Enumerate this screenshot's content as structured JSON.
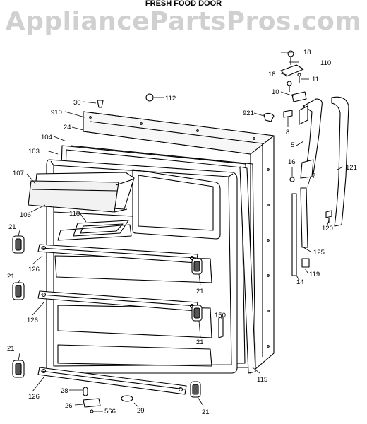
{
  "header": {
    "title": "FRESH FOOD DOOR",
    "watermark": "AppliancePartsPros.com"
  },
  "callouts": [
    {
      "id": "c18a",
      "label": "18"
    },
    {
      "id": "c110",
      "label": "110"
    },
    {
      "id": "c18b",
      "label": "18"
    },
    {
      "id": "c11",
      "label": "11"
    },
    {
      "id": "c10",
      "label": "10"
    },
    {
      "id": "c112",
      "label": "112"
    },
    {
      "id": "c30",
      "label": "30"
    },
    {
      "id": "c921",
      "label": "921"
    },
    {
      "id": "c910",
      "label": "910"
    },
    {
      "id": "c8",
      "label": "8"
    },
    {
      "id": "c24",
      "label": "24"
    },
    {
      "id": "c104",
      "label": "104"
    },
    {
      "id": "c5",
      "label": "5"
    },
    {
      "id": "c103",
      "label": "103"
    },
    {
      "id": "c16",
      "label": "16"
    },
    {
      "id": "c121",
      "label": "121"
    },
    {
      "id": "c107",
      "label": "107"
    },
    {
      "id": "c7",
      "label": "7"
    },
    {
      "id": "c106",
      "label": "106"
    },
    {
      "id": "c118",
      "label": "118"
    },
    {
      "id": "c120",
      "label": "120"
    },
    {
      "id": "c21a",
      "label": "21"
    },
    {
      "id": "c125",
      "label": "125"
    },
    {
      "id": "c21b",
      "label": "21"
    },
    {
      "id": "c126a",
      "label": "126"
    },
    {
      "id": "c119",
      "label": "119"
    },
    {
      "id": "c14",
      "label": "14"
    },
    {
      "id": "c21c",
      "label": "21"
    },
    {
      "id": "c126b",
      "label": "126"
    },
    {
      "id": "c150",
      "label": "150"
    },
    {
      "id": "c21d",
      "label": "21"
    },
    {
      "id": "c21e",
      "label": "21"
    },
    {
      "id": "c115",
      "label": "115"
    },
    {
      "id": "c126c",
      "label": "126"
    },
    {
      "id": "c28",
      "label": "28"
    },
    {
      "id": "c26",
      "label": "26"
    },
    {
      "id": "c566",
      "label": "566"
    },
    {
      "id": "c29",
      "label": "29"
    },
    {
      "id": "c21f",
      "label": "21"
    }
  ]
}
